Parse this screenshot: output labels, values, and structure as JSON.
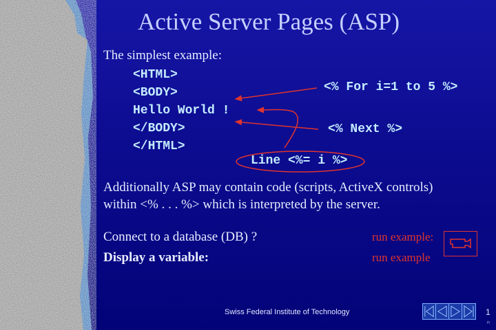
{
  "title": "Active Server Pages (ASP)",
  "subtitle": "The simplest example:",
  "code_lines": [
    "<HTML>",
    "<BODY>",
    "Hello World !",
    "</BODY>",
    "</HTML>"
  ],
  "annotations": {
    "for_loop": "<% For i=1 to 5 %>",
    "next": "<% Next %>",
    "line": "Line <%= i %>"
  },
  "paragraph": [
    "Additionally ASP may contain code (scripts, ActiveX controls)",
    "within <% . . . %> which is interpreted by the server."
  ],
  "bottom": {
    "connect_db": "Connect to a database (DB) ?",
    "display_var": "Display a variable:",
    "run_example_1": "run example:",
    "run_example_2": "run example"
  },
  "footer": {
    "institution": "Swiss Federal Institute of Technology",
    "page": "1",
    "page_sub": "n"
  },
  "colors": {
    "accent_red": "#e0342c",
    "code": "#c4ecff",
    "background": "#0c0c90"
  },
  "icons": {
    "run": "video-camera-icon",
    "nav": [
      "first-slide-icon",
      "previous-slide-icon",
      "next-slide-icon",
      "last-slide-icon"
    ]
  }
}
